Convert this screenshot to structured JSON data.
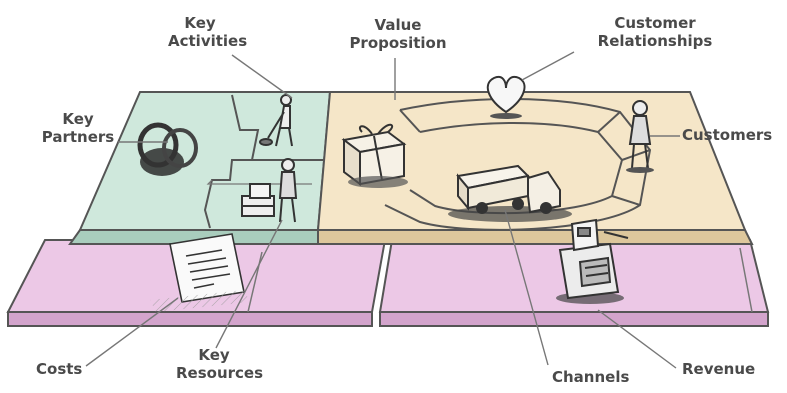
{
  "labels": {
    "key_activities": [
      "Key",
      "Activities"
    ],
    "value_proposition": [
      "Value",
      "Proposition"
    ],
    "customer_relationships": [
      "Customer",
      "Relationships"
    ],
    "key_partners": [
      "Key",
      "Partners"
    ],
    "customers": "Customers",
    "costs": "Costs",
    "key_resources": [
      "Key",
      "Resources"
    ],
    "channels": "Channels",
    "revenue": "Revenue"
  },
  "colors": {
    "green": "#cfe8dc",
    "green_side": "#a9cdbd",
    "beige": "#f5e6c8",
    "beige_side": "#ddc79c",
    "pink": "#ecc8e6",
    "pink_side": "#d3a4cc",
    "line": "#555555",
    "text": "#4a4a4a"
  }
}
